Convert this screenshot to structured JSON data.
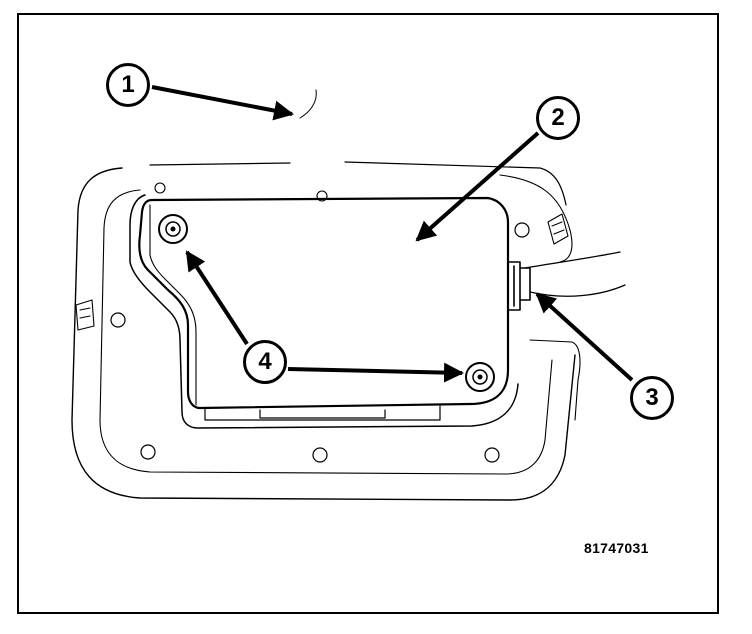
{
  "callouts": {
    "c1": "1",
    "c2": "2",
    "c3": "3",
    "c4": "4"
  },
  "figure_code": "81747031",
  "icons": [
    "bolt-icon",
    "callout-arrow"
  ]
}
